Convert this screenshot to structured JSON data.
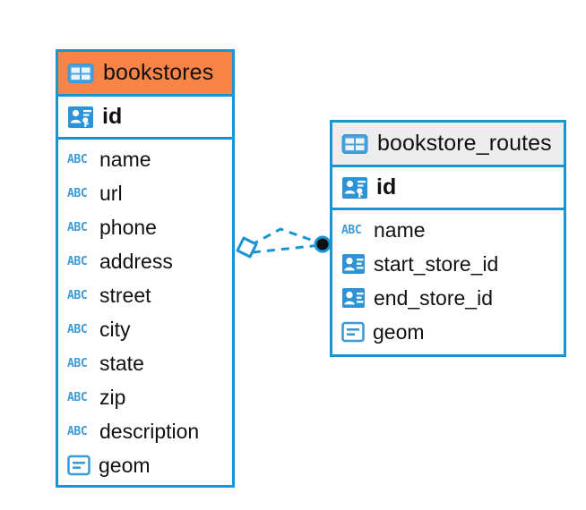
{
  "diagram": {
    "type": "entity-relationship-diagram",
    "background_color": "#ffffff",
    "accent_color": "#fa8347",
    "line_color": "#1a95d4",
    "neutral_header_color": "#ededed"
  },
  "entities": [
    {
      "name": "bookstores",
      "header_style": "accent",
      "table_icon": "table-icon",
      "primary_key": {
        "label": "id",
        "icon": "primary-key-icon"
      },
      "fields": [
        {
          "label": "name",
          "icon": "abc-icon",
          "icon_text": "ABC"
        },
        {
          "label": "url",
          "icon": "abc-icon",
          "icon_text": "ABC"
        },
        {
          "label": "phone",
          "icon": "abc-icon",
          "icon_text": "ABC"
        },
        {
          "label": "address",
          "icon": "abc-icon",
          "icon_text": "ABC"
        },
        {
          "label": "street",
          "icon": "abc-icon",
          "icon_text": "ABC"
        },
        {
          "label": "city",
          "icon": "abc-icon",
          "icon_text": "ABC"
        },
        {
          "label": "state",
          "icon": "abc-icon",
          "icon_text": "ABC"
        },
        {
          "label": "zip",
          "icon": "abc-icon",
          "icon_text": "ABC"
        },
        {
          "label": "description",
          "icon": "abc-icon",
          "icon_text": "ABC"
        },
        {
          "label": "geom",
          "icon": "geometry-icon",
          "icon_text": ""
        }
      ]
    },
    {
      "name": "bookstore_routes",
      "header_style": "neutral",
      "table_icon": "table-icon",
      "primary_key": {
        "label": "id",
        "icon": "primary-key-icon"
      },
      "fields": [
        {
          "label": "name",
          "icon": "abc-icon",
          "icon_text": "ABC"
        },
        {
          "label": "start_store_id",
          "icon": "foreign-key-icon",
          "icon_text": ""
        },
        {
          "label": "end_store_id",
          "icon": "foreign-key-icon",
          "icon_text": ""
        },
        {
          "label": "geom",
          "icon": "geometry-icon",
          "icon_text": ""
        }
      ]
    }
  ],
  "relationship": {
    "name": "bookstores-to-bookstore-routes",
    "line_style": "dashed",
    "source_endpoint": "diamond",
    "target_endpoint": "filled-circle",
    "color": "#1a95d4"
  }
}
